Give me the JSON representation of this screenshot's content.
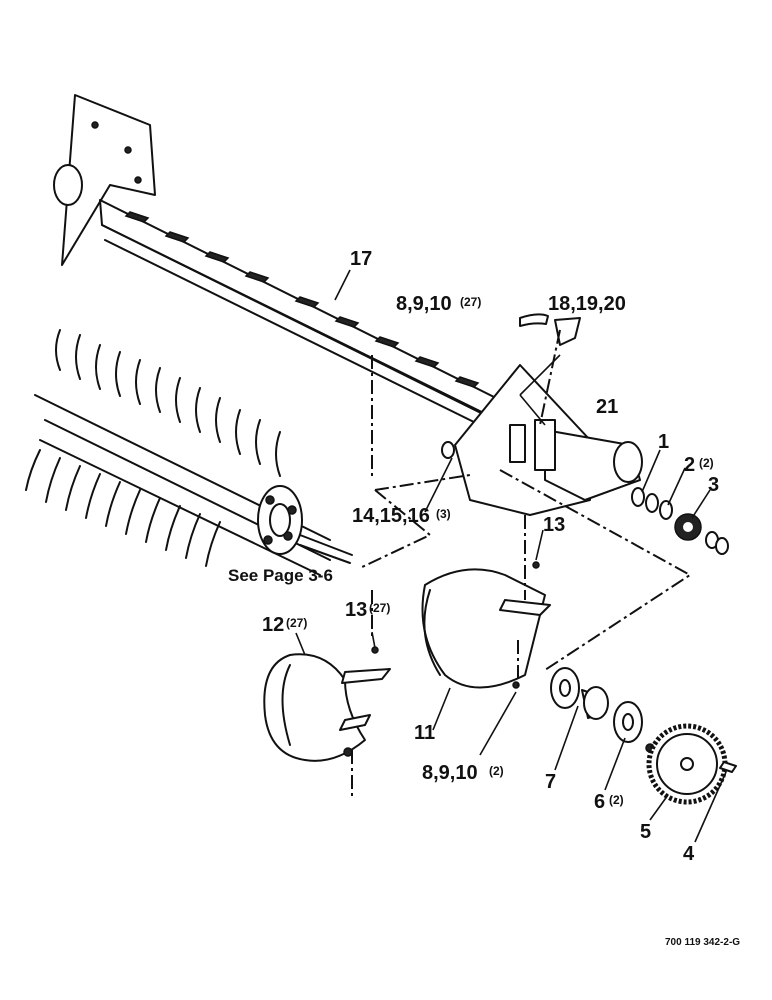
{
  "callouts": {
    "c17": "17",
    "c8_9_10_top": "8,9,10",
    "c8_9_10_top_qty": "(27)",
    "c18_19_20": "18,19,20",
    "c21": "21",
    "c1": "1",
    "c2": "2",
    "c2_qty": "(2)",
    "c3": "3",
    "c14_15_16": "14,15,16",
    "c14_15_16_qty": "(3)",
    "c13_right": "13",
    "c13_left": "13",
    "c13_left_qty": "(27)",
    "c12": "12",
    "c12_qty": "(27)",
    "c11": "11",
    "c8_9_10_bottom": "8,9,10",
    "c8_9_10_bottom_qty": "(2)",
    "c7": "7",
    "c6": "6",
    "c6_qty": "(2)",
    "c5": "5",
    "c4": "4"
  },
  "reference_note": "See Page 3-6",
  "drawing_code": "700 119 342-2-G"
}
